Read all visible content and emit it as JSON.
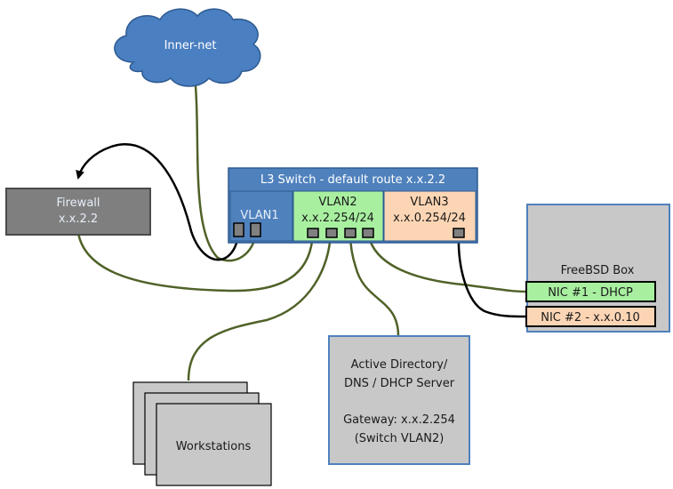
{
  "cloud": {
    "label": "Inner-net"
  },
  "firewall": {
    "line1": "Firewall",
    "line2": "x.x.2.2"
  },
  "switch": {
    "title": "L3 Switch - default route x.x.2.2",
    "vlan1": {
      "label": "VLAN1"
    },
    "vlan2": {
      "label": "VLAN2",
      "subnet": "x.x.2.254/24"
    },
    "vlan3": {
      "label": "VLAN3",
      "subnet": "x.x.0.254/24"
    }
  },
  "freebsd": {
    "label": "FreeBSD Box",
    "nic1": "NIC #1 - DHCP",
    "nic2": "NIC #2 - x.x.0.10"
  },
  "ad_server": {
    "line1": "Active Directory/",
    "line2": "DNS / DHCP Server",
    "line3": "Gateway: x.x.2.254",
    "line4": "(Switch VLAN2)"
  },
  "workstations": {
    "label": "Workstations"
  },
  "colors": {
    "cloud_fill": "#4a7fc1",
    "switch_blue": "#4f81bd",
    "vlan2_green": "#a8f0a0",
    "vlan3_peach": "#fcd5b4",
    "firewall_gray": "#7f7f7f",
    "box_gray": "#c8c8c8",
    "cable_green": "#4f6228",
    "cable_black": "#000000"
  }
}
